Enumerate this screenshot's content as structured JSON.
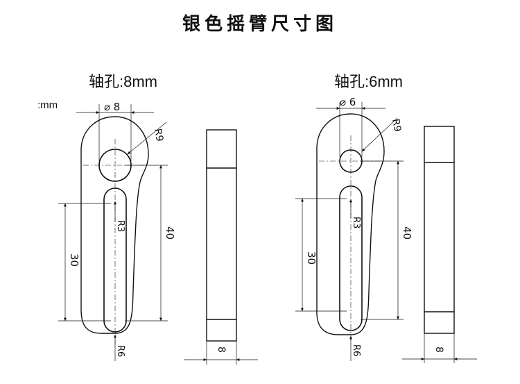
{
  "title": "银色摇臂尺寸图",
  "unit_label": ":mm",
  "parts": [
    {
      "subtitle": "轴孔:8mm",
      "dim_hole": "⌀ 8",
      "dim_r_top": "R9",
      "dim_r_slot": "R3",
      "dim_r_bottom": "R6",
      "dim_slot_len": "30",
      "dim_total_len": "40",
      "dim_thickness": "8"
    },
    {
      "subtitle": "轴孔:6mm",
      "dim_hole": "⌀ 6",
      "dim_r_top": "R9",
      "dim_r_slot": "R3",
      "dim_r_bottom": "R6",
      "dim_slot_len": "30",
      "dim_total_len": "40",
      "dim_thickness": "8"
    }
  ]
}
